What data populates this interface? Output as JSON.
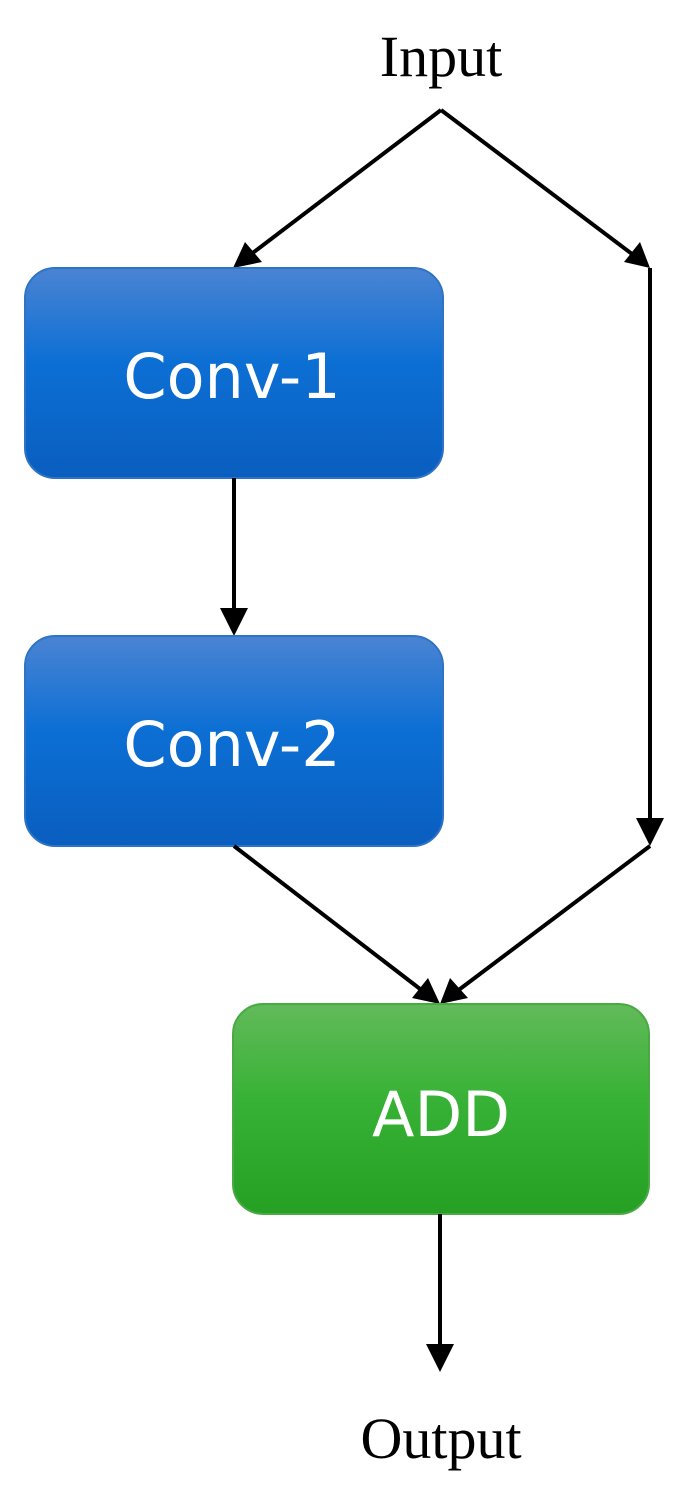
{
  "diagram": {
    "input_label": "Input",
    "output_label": "Output",
    "nodes": {
      "conv1": {
        "label": "Conv-1",
        "color": "#0b6bd0"
      },
      "conv2": {
        "label": "Conv-2",
        "color": "#0b6bd0"
      },
      "add": {
        "label": "ADD",
        "color": "#2fae2f"
      }
    },
    "edges": [
      {
        "from": "Input",
        "to": "Conv-1"
      },
      {
        "from": "Input",
        "to": "ADD",
        "type": "skip"
      },
      {
        "from": "Conv-1",
        "to": "Conv-2"
      },
      {
        "from": "Conv-2",
        "to": "ADD"
      },
      {
        "from": "ADD",
        "to": "Output"
      }
    ]
  }
}
